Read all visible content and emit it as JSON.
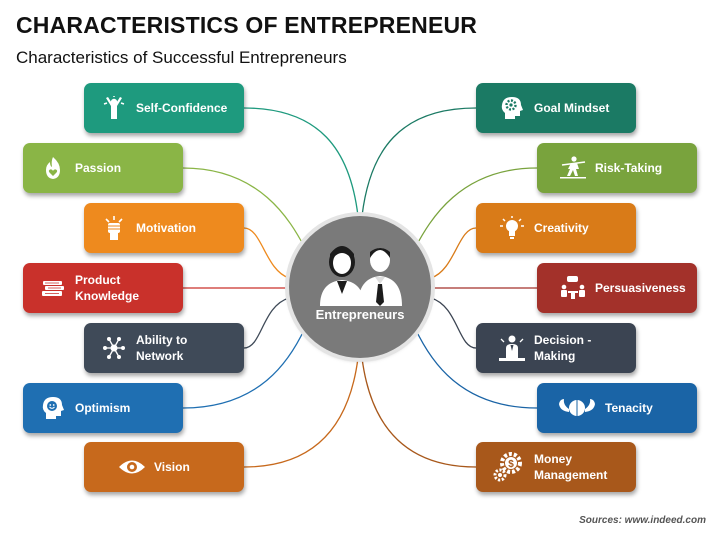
{
  "header": {
    "title": "CHARACTERISTICS OF ENTREPRENEUR",
    "subtitle": "Characteristics of Successful Entrepreneurs"
  },
  "center": {
    "label": "Entrepreneurs",
    "icon": "businesspeople-icon",
    "color": "#7a7a7a"
  },
  "left_items": [
    {
      "label": "Self-Confidence",
      "icon": "confident-person-icon",
      "color": "#1e9a7e"
    },
    {
      "label": "Passion",
      "icon": "heart-flame-icon",
      "color": "#8ab546"
    },
    {
      "label": "Motivation",
      "icon": "motivated-fist-icon",
      "color": "#ee8a1e"
    },
    {
      "label": "Product Knowledge",
      "icon": "books-icon",
      "color": "#c9312b"
    },
    {
      "label": "Ability to Network",
      "icon": "network-icon",
      "color": "#3f4a58"
    },
    {
      "label": "Optimism",
      "icon": "smiling-head-icon",
      "color": "#1f6fb2"
    },
    {
      "label": "Vision",
      "icon": "eye-icon",
      "color": "#c7691c"
    }
  ],
  "right_items": [
    {
      "label": "Goal Mindset",
      "icon": "head-gear-icon",
      "color": "#1b7a64"
    },
    {
      "label": "Risk-Taking",
      "icon": "tightrope-walker-icon",
      "color": "#79a33d"
    },
    {
      "label": "Creativity",
      "icon": "lightbulb-icon",
      "color": "#d97b18"
    },
    {
      "label": "Persuasiveness",
      "icon": "meeting-icon",
      "color": "#a3312a"
    },
    {
      "label": "Decision -Making",
      "icon": "decision-person-icon",
      "color": "#3b4452"
    },
    {
      "label": "Tenacity",
      "icon": "strong-brain-icon",
      "color": "#1a64a6"
    },
    {
      "label": "Money Management",
      "icon": "money-gear-icon",
      "color": "#a8581b"
    }
  ],
  "footer": {
    "source": "Sources: www.indeed.com"
  }
}
